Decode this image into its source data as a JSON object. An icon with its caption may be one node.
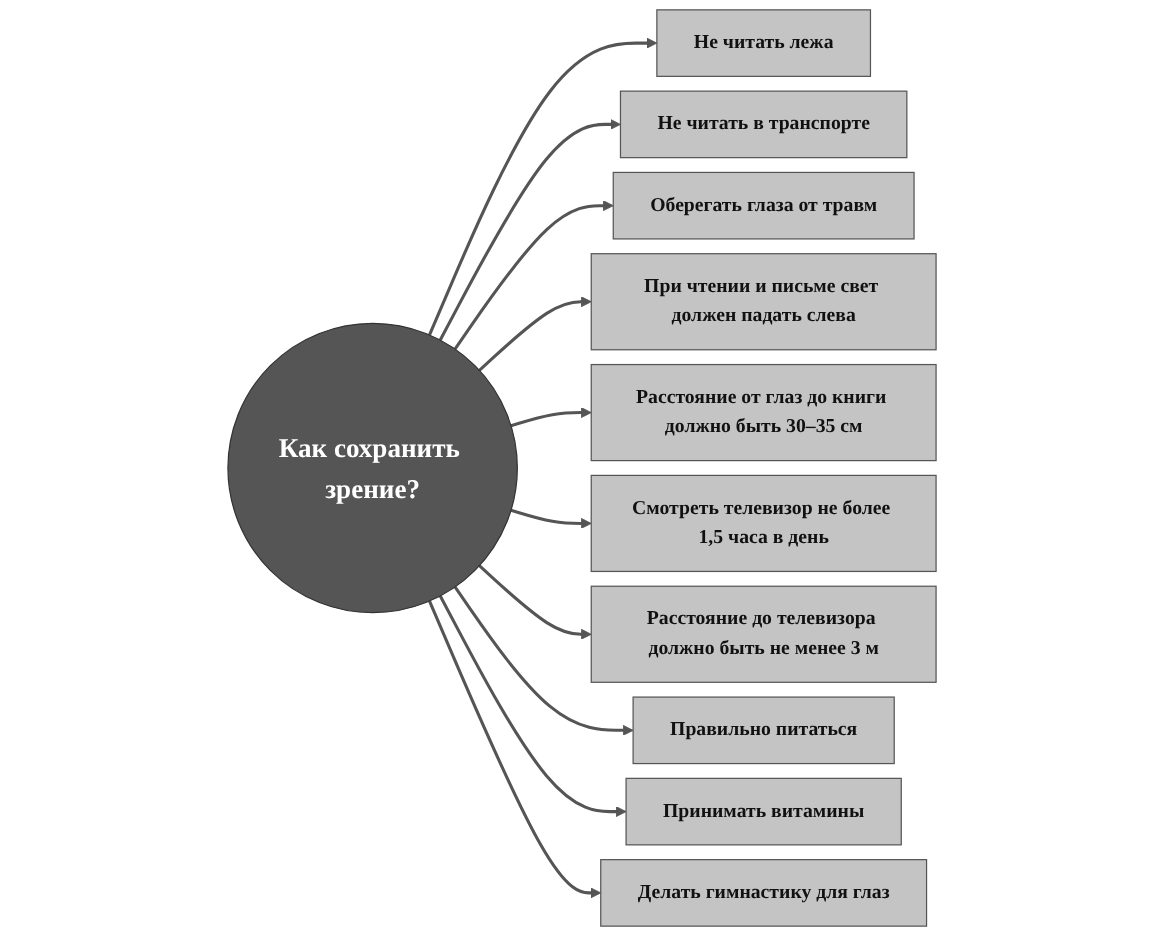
{
  "diagram": {
    "nodes": [
      {
        "text": [
          "Как сохранить зрение?"
        ]
      },
      {
        "text": [
          "Не читать лежа"
        ]
      },
      {
        "text": [
          "Не читать в транспорте"
        ]
      },
      {
        "text": [
          "Оберегать глаза от травм"
        ]
      },
      {
        "text": [
          "При чтении и письме свет должен падать слева"
        ]
      },
      {
        "text": [
          "Расстояние от глаз до книги должно быть 30–35 см"
        ]
      },
      {
        "text": [
          "Смотреть телевизор не более 1,5 часа в день"
        ]
      },
      {
        "text": [
          "Расстояние до телевизора должно быть не менее 3 м"
        ]
      },
      {
        "text": [
          "Правильно питаться"
        ]
      },
      {
        "text": [
          "Принимать витамины"
        ]
      },
      {
        "text": [
          "Делать гимнастику для глаз"
        ]
      }
    ],
    "edges": [
      {
        "from": 0,
        "to": 1,
        "arrow": "to"
      },
      {
        "from": 0,
        "to": 2,
        "arrow": "to"
      },
      {
        "from": 0,
        "to": 3,
        "arrow": "to"
      },
      {
        "from": 0,
        "to": 4,
        "arrow": "to"
      },
      {
        "from": 0,
        "to": 5,
        "arrow": "to"
      },
      {
        "from": 0,
        "to": 6,
        "arrow": "to"
      },
      {
        "from": 0,
        "to": 7,
        "arrow": "to"
      },
      {
        "from": 0,
        "to": 8,
        "arrow": "to"
      },
      {
        "from": 0,
        "to": 9,
        "arrow": "to"
      },
      {
        "from": 0,
        "to": 10,
        "arrow": "to"
      }
    ]
  }
}
